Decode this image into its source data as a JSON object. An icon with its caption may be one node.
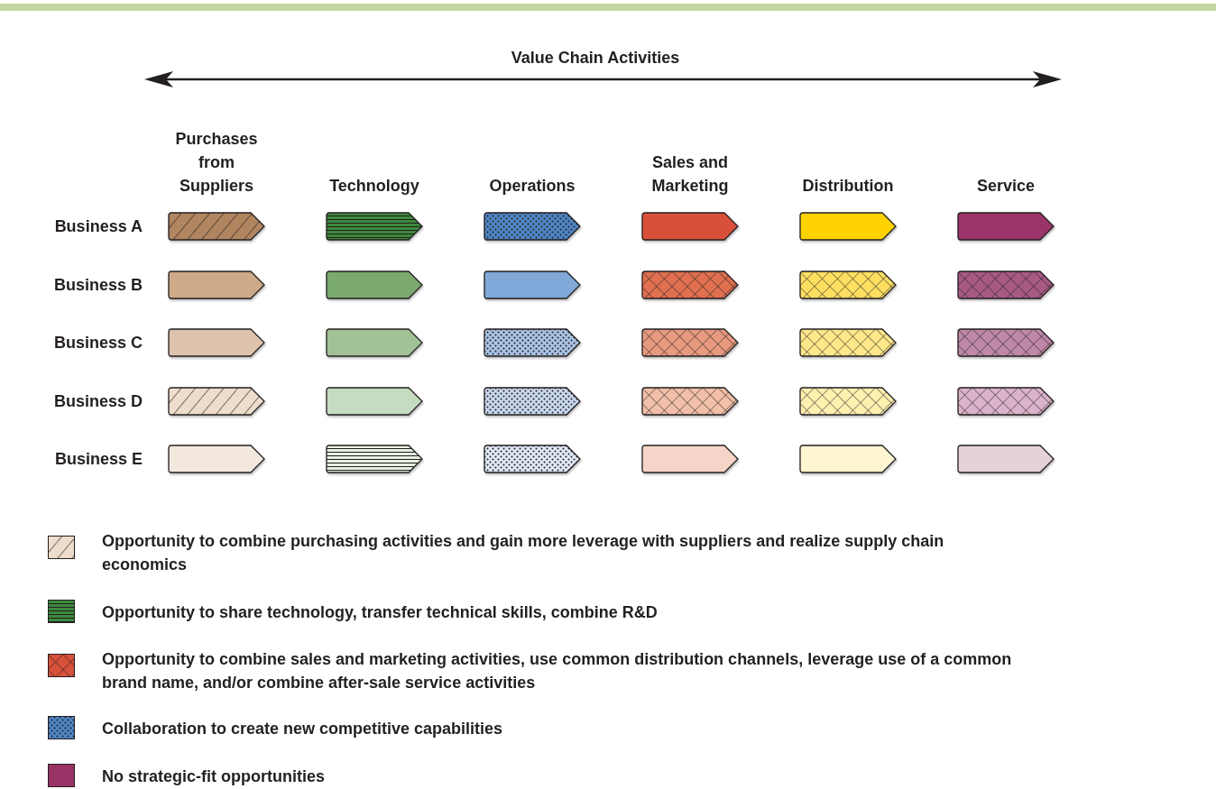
{
  "diagram": {
    "nodes": [
      {
        "text": [],
        "shape": "pentagon"
      },
      {
        "text": [],
        "shape": "pentagon"
      },
      {
        "text": [],
        "shape": "pentagon"
      },
      {
        "text": [],
        "shape": "pentagon"
      },
      {
        "text": [],
        "shape": "pentagon"
      },
      {
        "text": [],
        "shape": "pentagon"
      },
      {
        "text": [],
        "shape": "pentagon"
      },
      {
        "text": [],
        "shape": "pentagon"
      },
      {
        "text": [],
        "shape": "pentagon"
      },
      {
        "text": [],
        "shape": "pentagon"
      },
      {
        "text": [],
        "shape": "pentagon"
      },
      {
        "text": [],
        "shape": "pentagon"
      },
      {
        "text": [],
        "shape": "pentagon"
      },
      {
        "text": [],
        "shape": "pentagon"
      },
      {
        "text": [],
        "shape": "pentagon"
      },
      {
        "text": [],
        "shape": "pentagon"
      },
      {
        "text": [],
        "shape": "pentagon"
      },
      {
        "text": [],
        "shape": "pentagon"
      },
      {
        "text": [],
        "shape": "pentagon"
      },
      {
        "text": [],
        "shape": "pentagon"
      },
      {
        "text": [],
        "shape": "pentagon"
      },
      {
        "text": [],
        "shape": "pentagon"
      },
      {
        "text": [],
        "shape": "pentagon"
      },
      {
        "text": [],
        "shape": "pentagon"
      },
      {
        "text": [],
        "shape": "pentagon"
      },
      {
        "text": [],
        "shape": "pentagon"
      },
      {
        "text": [],
        "shape": "pentagon"
      },
      {
        "text": [],
        "shape": "pentagon"
      },
      {
        "text": [],
        "shape": "pentagon"
      },
      {
        "text": [],
        "shape": "pentagon"
      }
    ],
    "labels": [
      "Value Chain Activities",
      "Purchases from Suppliers",
      "Technology",
      "Operations",
      "Sales and Marketing",
      "Distribution",
      "Service",
      "Business A",
      "Business B",
      "Business C",
      "Business D",
      "Business E"
    ],
    "legend": [
      {
        "text": "Opportunity to combine purchasing activities and gain more leverage with suppliers and realize supply chain economics"
      },
      {
        "text": "Opportunity to share technology, transfer technical skills, combine R&D"
      },
      {
        "text": "Opportunity to combine sales and marketing activities, use common distribution channels, leverage use of a common brand name, and/or combine after-sale service activities"
      },
      {
        "text": "Collaboration to create new competitive capabilities"
      },
      {
        "text": "No strategic-fit opportunities",
        "color": "#993366"
      }
    ]
  }
}
